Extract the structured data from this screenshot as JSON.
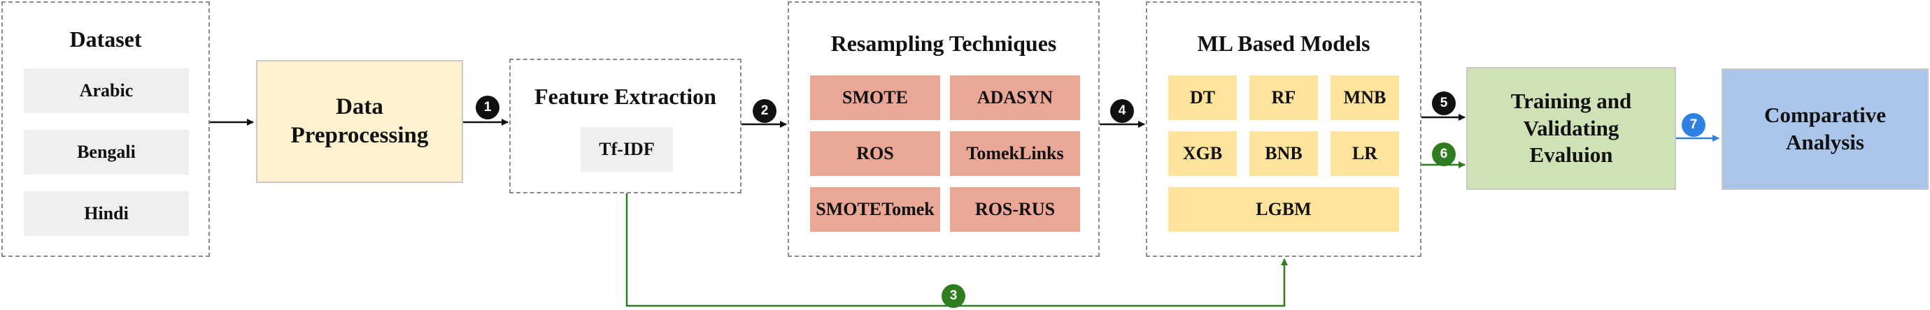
{
  "dataset": {
    "title": "Dataset",
    "items": [
      "Arabic",
      "Bengali",
      "Hindi"
    ]
  },
  "preprocessing": {
    "line1": "Data",
    "line2": "Preprocessing"
  },
  "feature_extraction": {
    "title": "Feature Extraction",
    "items": [
      "Tf-IDF"
    ]
  },
  "resampling": {
    "title": "Resampling Techniques",
    "items": [
      "SMOTE",
      "ADASYN",
      "ROS",
      "TomekLinks",
      "SMOTETomek",
      "ROS-RUS"
    ]
  },
  "models": {
    "title": "ML Based Models",
    "items": [
      "DT",
      "RF",
      "MNB",
      "XGB",
      "BNB",
      "LR",
      "LGBM"
    ]
  },
  "training": {
    "line1": "Training and",
    "line2": "Validating",
    "line3": "Evaluion"
  },
  "analysis": {
    "line1": "Comparative",
    "line2": "Analysis"
  },
  "steps": [
    "1",
    "2",
    "3",
    "4",
    "5",
    "6",
    "7"
  ],
  "colors": {
    "dark": "#111111",
    "green": "#2e7d1e",
    "blue": "#2f80e0",
    "preprocessing_fill": "#fdf1cf",
    "training_fill": "#cfe2b5",
    "analysis_fill": "#a9c5ea",
    "resampling_fill": "#eaa795",
    "model_fill": "#fde39c",
    "item_fill": "#efefef"
  }
}
